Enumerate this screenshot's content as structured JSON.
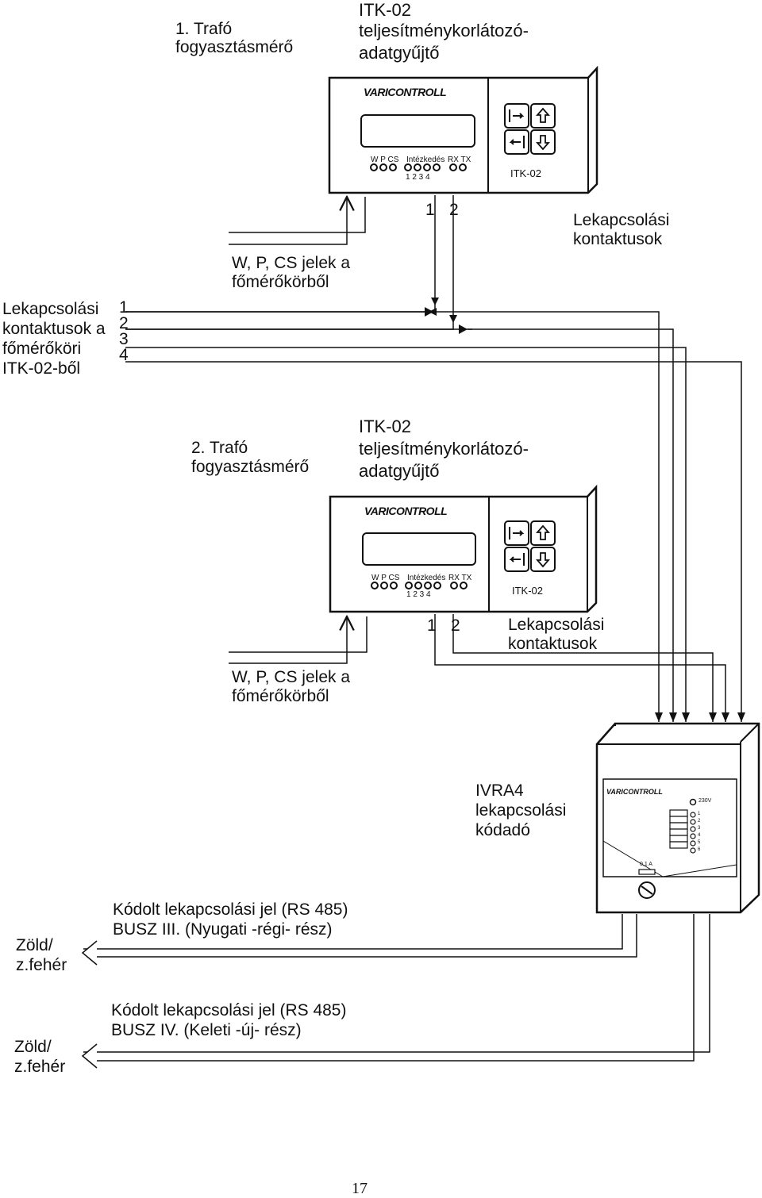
{
  "device1": {
    "title_num": "1. Trafó",
    "title_sub": "fogyasztásmérő",
    "itk_title": "ITK-02",
    "itk_l2": "teljesítménykorlátozó-",
    "itk_l3": "adatgyűjtő",
    "brand": "VARICONTROLL",
    "led_wpcs": "W  P  CS",
    "led_intez": "Intézkedés",
    "led_rxtx": "RX  TX",
    "led_nums": "1   2   3   4",
    "model": "ITK-02",
    "signals_l1": "W, P, CS jelek a",
    "signals_l2": "főmérőkörből",
    "contact_1": "1",
    "contact_2": "2",
    "contacts_l1": "Lekapcsolási",
    "contacts_l2": "kontaktusok"
  },
  "main_contacts": {
    "l1": "Lekapcsolási",
    "l2": "kontaktusok a",
    "l3": "főmérőköri",
    "l4": "ITK-02-ből",
    "n1": "1",
    "n2": "2",
    "n3": "3",
    "n4": "4"
  },
  "device2": {
    "title_num": "2. Trafó",
    "title_sub": "fogyasztásmérő",
    "itk_title": "ITK-02",
    "itk_l2": "teljesítménykorlátozó-",
    "itk_l3": "adatgyűjtő",
    "brand": "VARICONTROLL",
    "led_wpcs": "W  P  CS",
    "led_intez": "Intézkedés",
    "led_rxtx": "RX  TX",
    "led_nums": "1   2   3   4",
    "model": "ITK-02",
    "signals_l1": "W, P, CS jelek a",
    "signals_l2": "főmérőkörből",
    "contact_1": "1",
    "contact_2": "2",
    "contacts_l1": "Lekapcsolási",
    "contacts_l2": "kontaktusok"
  },
  "ivra": {
    "l1": "IVRA4",
    "l2": "lekapcsolási",
    "l3": "kódadó",
    "brand": "VARICONTROLL",
    "v230": "230V",
    "fuse": "0,1 A",
    "rows": [
      "1",
      "2",
      "3",
      "4",
      "5",
      "6"
    ]
  },
  "bus3": {
    "l1": "Kódolt lekapcsolási jel (RS 485)",
    "l2": "BUSZ III.   (Nyugati -régi-  rész)",
    "c1": "Zöld/",
    "c2": "z.fehér"
  },
  "bus4": {
    "l1": "Kódolt lekapcsolási jel (RS 485)",
    "l2": "BUSZ IV.   (Keleti -új- rész)",
    "c1": "Zöld/",
    "c2": "z.fehér"
  },
  "page_number": "17"
}
